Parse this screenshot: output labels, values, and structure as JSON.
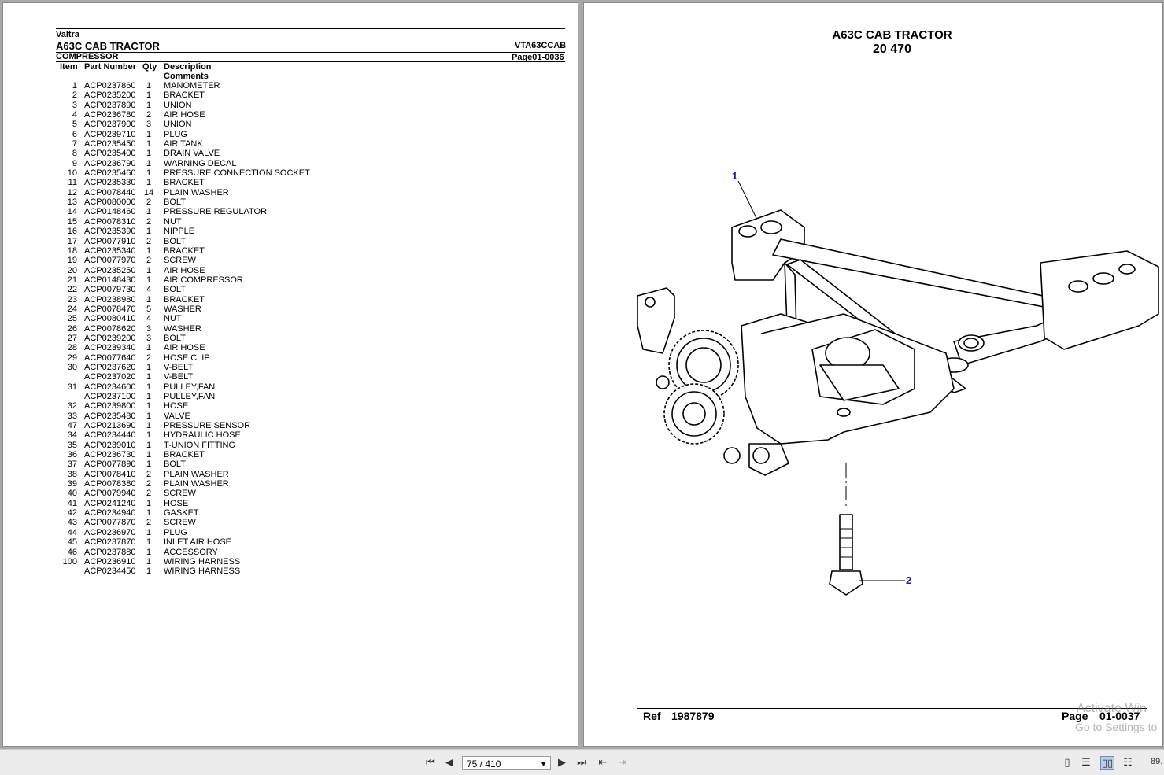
{
  "left_page": {
    "brand": "Valtra",
    "model": "A63C CAB TRACTOR",
    "code": "VTA63CCAB",
    "section": "COMPRESSOR",
    "page_ref": "Page01-0036",
    "headers": {
      "item": "Item",
      "part": "Part Number",
      "qty": "Qty",
      "desc": "Description",
      "comments": "Comments"
    },
    "rows": [
      {
        "item": "1",
        "part": "ACP0237860",
        "qty": "1",
        "desc": "MANOMETER"
      },
      {
        "item": "2",
        "part": "ACP0235200",
        "qty": "1",
        "desc": "BRACKET"
      },
      {
        "item": "3",
        "part": "ACP0237890",
        "qty": "1",
        "desc": "UNION"
      },
      {
        "item": "4",
        "part": "ACP0236780",
        "qty": "2",
        "desc": "AIR HOSE"
      },
      {
        "item": "5",
        "part": "ACP0237900",
        "qty": "3",
        "desc": "UNION"
      },
      {
        "item": "6",
        "part": "ACP0239710",
        "qty": "1",
        "desc": "PLUG"
      },
      {
        "item": "7",
        "part": "ACP0235450",
        "qty": "1",
        "desc": "AIR TANK"
      },
      {
        "item": "8",
        "part": "ACP0235400",
        "qty": "1",
        "desc": "DRAIN VALVE"
      },
      {
        "item": "9",
        "part": "ACP0236790",
        "qty": "1",
        "desc": "WARNING DECAL"
      },
      {
        "item": "10",
        "part": "ACP0235460",
        "qty": "1",
        "desc": "PRESSURE CONNECTION SOCKET"
      },
      {
        "item": "11",
        "part": "ACP0235330",
        "qty": "1",
        "desc": "BRACKET"
      },
      {
        "item": "12",
        "part": "ACP0078440",
        "qty": "14",
        "desc": "PLAIN WASHER"
      },
      {
        "item": "13",
        "part": "ACP0080000",
        "qty": "2",
        "desc": "BOLT"
      },
      {
        "item": "14",
        "part": "ACP0148460",
        "qty": "1",
        "desc": "PRESSURE REGULATOR"
      },
      {
        "item": "15",
        "part": "ACP0078310",
        "qty": "2",
        "desc": "NUT"
      },
      {
        "item": "16",
        "part": "ACP0235390",
        "qty": "1",
        "desc": "NIPPLE"
      },
      {
        "item": "17",
        "part": "ACP0077910",
        "qty": "2",
        "desc": "BOLT"
      },
      {
        "item": "18",
        "part": "ACP0235340",
        "qty": "1",
        "desc": "BRACKET"
      },
      {
        "item": "19",
        "part": "ACP0077970",
        "qty": "2",
        "desc": "SCREW"
      },
      {
        "item": "20",
        "part": "ACP0235250",
        "qty": "1",
        "desc": "AIR HOSE"
      },
      {
        "item": "21",
        "part": "ACP0148430",
        "qty": "1",
        "desc": "AIR COMPRESSOR"
      },
      {
        "item": "22",
        "part": "ACP0079730",
        "qty": "4",
        "desc": "BOLT"
      },
      {
        "item": "23",
        "part": "ACP0238980",
        "qty": "1",
        "desc": "BRACKET"
      },
      {
        "item": "24",
        "part": "ACP0078470",
        "qty": "5",
        "desc": "WASHER"
      },
      {
        "item": "25",
        "part": "ACP0080410",
        "qty": "4",
        "desc": "NUT"
      },
      {
        "item": "26",
        "part": "ACP0078620",
        "qty": "3",
        "desc": "WASHER"
      },
      {
        "item": "27",
        "part": "ACP0239200",
        "qty": "3",
        "desc": "BOLT"
      },
      {
        "item": "28",
        "part": "ACP0239340",
        "qty": "1",
        "desc": "AIR HOSE"
      },
      {
        "item": "29",
        "part": "ACP0077640",
        "qty": "2",
        "desc": "HOSE CLIP"
      },
      {
        "item": "30",
        "part": "ACP0237620",
        "qty": "1",
        "desc": "V-BELT"
      },
      {
        "item": "",
        "part": "ACP0237020",
        "qty": "1",
        "desc": "V-BELT"
      },
      {
        "item": "31",
        "part": "ACP0234600",
        "qty": "1",
        "desc": "PULLEY,FAN"
      },
      {
        "item": "",
        "part": "ACP0237100",
        "qty": "1",
        "desc": "PULLEY,FAN"
      },
      {
        "item": "32",
        "part": "ACP0239800",
        "qty": "1",
        "desc": "HOSE"
      },
      {
        "item": "33",
        "part": "ACP0235480",
        "qty": "1",
        "desc": "VALVE"
      },
      {
        "item": "47",
        "part": "ACP0213690",
        "qty": "1",
        "desc": "PRESSURE SENSOR"
      },
      {
        "item": "34",
        "part": "ACP0234440",
        "qty": "1",
        "desc": "HYDRAULIC HOSE"
      },
      {
        "item": "35",
        "part": "ACP0239010",
        "qty": "1",
        "desc": "T-UNION FITTING"
      },
      {
        "item": "36",
        "part": "ACP0236730",
        "qty": "1",
        "desc": "BRACKET"
      },
      {
        "item": "37",
        "part": "ACP0077890",
        "qty": "1",
        "desc": "BOLT"
      },
      {
        "item": "38",
        "part": "ACP0078410",
        "qty": "2",
        "desc": "PLAIN WASHER"
      },
      {
        "item": "39",
        "part": "ACP0078380",
        "qty": "2",
        "desc": "PLAIN WASHER"
      },
      {
        "item": "40",
        "part": "ACP0079940",
        "qty": "2",
        "desc": "SCREW"
      },
      {
        "item": "41",
        "part": "ACP0241240",
        "qty": "1",
        "desc": "HOSE"
      },
      {
        "item": "42",
        "part": "ACP0234940",
        "qty": "1",
        "desc": "GASKET"
      },
      {
        "item": "43",
        "part": "ACP0077870",
        "qty": "2",
        "desc": "SCREW"
      },
      {
        "item": "44",
        "part": "ACP0236970",
        "qty": "1",
        "desc": "PLUG"
      },
      {
        "item": "45",
        "part": "ACP0237870",
        "qty": "1",
        "desc": "INLET AIR HOSE"
      },
      {
        "item": "46",
        "part": "ACP0237880",
        "qty": "1",
        "desc": "ACCESSORY"
      },
      {
        "item": "100",
        "part": "ACP0236910",
        "qty": "1",
        "desc": "WIRING HARNESS"
      },
      {
        "item": "",
        "part": "ACP0234450",
        "qty": "1",
        "desc": "WIRING HARNESS"
      }
    ]
  },
  "right_page": {
    "title": "A63C CAB TRACTOR",
    "subtitle": "20 470",
    "callouts": [
      "1",
      "2"
    ],
    "footer": {
      "ref_label": "Ref",
      "ref_value": "1987879",
      "page_label": "Page",
      "page_value": "01-0037"
    },
    "watermark_line1": "Activate Win",
    "watermark_line2": "Go to Settings to"
  },
  "toolbar": {
    "page_indicator": "75 / 410",
    "zoom": "89.",
    "icons": [
      "first-page-icon",
      "prev-page-icon",
      "next-page-icon",
      "last-page-icon",
      "go-back-icon",
      "go-forward-icon",
      "single-page-icon",
      "continuous-icon",
      "two-page-icon",
      "two-page-continuous-icon"
    ]
  }
}
